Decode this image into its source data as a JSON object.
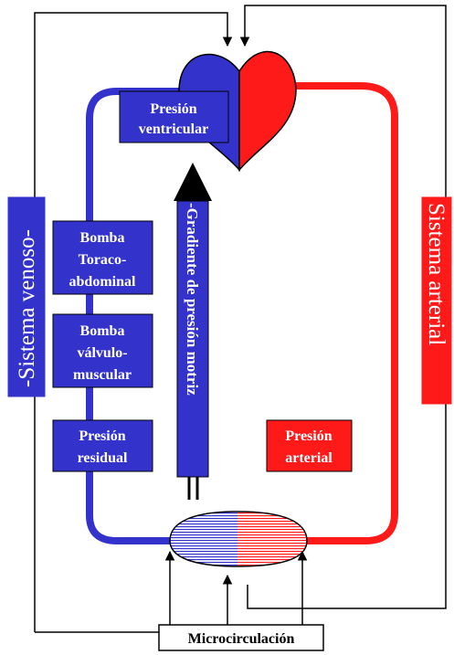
{
  "diagram": {
    "labels": {
      "presion_ventricular": [
        "Presión",
        "ventricular"
      ],
      "bomba_toraco": [
        "Bomba",
        "Toraco-",
        "abdominal"
      ],
      "bomba_valvulo": [
        "Bomba",
        "válvulo-",
        "muscular"
      ],
      "presion_residual": [
        "Presión",
        "residual"
      ],
      "presion_arterial": [
        "Presión",
        "arterial"
      ],
      "gradiente": "-Gradiente de presión motriz",
      "sistema_venoso": "-Sistema venoso-",
      "sistema_arterial": "Sistema arterial",
      "microcirculacion": "Microcirculación"
    },
    "colors": {
      "venous": "#3333cc",
      "arterial": "#ff1a1a",
      "line": "#000000",
      "label_text": "#ffffff"
    }
  }
}
